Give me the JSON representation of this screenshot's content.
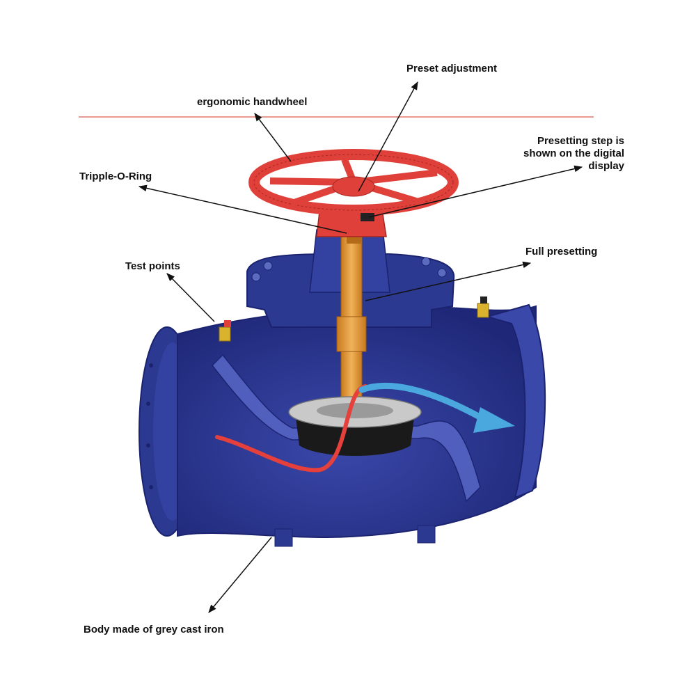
{
  "labels": {
    "preset_adjustment": "Preset adjustment",
    "ergonomic_handwheel": "ergonomic handwheel",
    "presetting_step_line1": "Presetting step is",
    "presetting_step_line2": "shown on the digital",
    "presetting_step_line3": "display",
    "tripple_o_ring": "Tripple-O-Ring",
    "full_presetting": "Full presetting",
    "test_points": "Test points",
    "body_material": "Body made of grey cast iron"
  },
  "colors": {
    "body_blue": "#2b3990",
    "body_dark": "#1b2370",
    "body_light": "#4a58b8",
    "handwheel_red": "#e0403a",
    "stem_orange": "#e39a3a",
    "flow_inlet_red": "#e5403c",
    "flow_outlet_blue": "#4aa8de",
    "separator_line": "#e07a6a",
    "disc_grey": "#c9c9c9",
    "disc_black": "#1a1a1a",
    "label_text": "#111111"
  },
  "icons": {
    "callout_arrow": "arrow-head-icon",
    "flow_direction": "flow-arrow-icon"
  }
}
